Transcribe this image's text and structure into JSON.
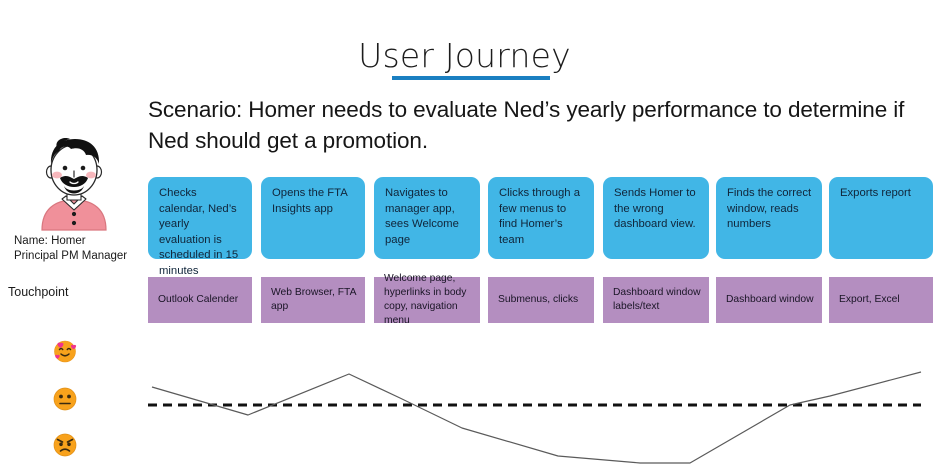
{
  "header": {
    "title": "User Journey",
    "underline_color": "#1a7fc1"
  },
  "scenario": {
    "text": "Scenario: Homer needs to evaluate Ned’s yearly performance to determine if Ned should get a promotion."
  },
  "persona": {
    "avatar_icon": "avatar-illustration-male",
    "name_line": "Name: Homer",
    "role_line": "Principal PM Manager",
    "colors": {
      "hair": "#111111",
      "shirt": "#f0909a",
      "skin": "#ffffff",
      "cheeks": "#f7b7bc"
    }
  },
  "labels": {
    "touchpoint": "Touchpoint"
  },
  "emotions": [
    {
      "icon": "smiling-face-with-hearts-emoji",
      "name": "happy"
    },
    {
      "icon": "neutral-face-emoji",
      "name": "neutral"
    },
    {
      "icon": "angry-face-emoji",
      "name": "angry"
    }
  ],
  "theme": {
    "step_color": "#41b6e6",
    "touchpoint_color": "#b48ec0",
    "line_color": "#5a5a5a",
    "baseline_color": "#111111"
  },
  "steps": [
    {
      "label": "Checks calendar, Ned’s yearly evaluation is scheduled in 15 minutes"
    },
    {
      "label": "Opens the FTA Insights app"
    },
    {
      "label": "Navigates to manager app, sees Welcome page"
    },
    {
      "label": "Clicks through a few menus to find Homer’s team"
    },
    {
      "label": "Sends Homer to the wrong dashboard view."
    },
    {
      "label": "Finds the correct window, reads numbers"
    },
    {
      "label": "Exports report"
    }
  ],
  "touchpoints": [
    {
      "label": "Outlook Calender"
    },
    {
      "label": "Web Browser, FTA app"
    },
    {
      "label": "Welcome page, hyperlinks in body copy, navigation menu"
    },
    {
      "label": "Submenus, clicks"
    },
    {
      "label": "Dashboard window labels/text"
    },
    {
      "label": "Dashboard window"
    },
    {
      "label": "Export, Excel"
    }
  ],
  "chart_data": {
    "type": "line",
    "title": "",
    "xlabel": "",
    "ylabel": "",
    "grid": false,
    "legend": "none",
    "baseline_y": 405,
    "baseline_style": "dashed",
    "series": [
      {
        "name": "Emotion",
        "points": [
          [
            152,
            387
          ],
          [
            248,
            415
          ],
          [
            349,
            374
          ],
          [
            400,
            398
          ],
          [
            462,
            428
          ],
          [
            558,
            456
          ],
          [
            640,
            463
          ],
          [
            690,
            463
          ],
          [
            790,
            405
          ],
          [
            830,
            396
          ],
          [
            921,
            372
          ]
        ]
      }
    ]
  }
}
